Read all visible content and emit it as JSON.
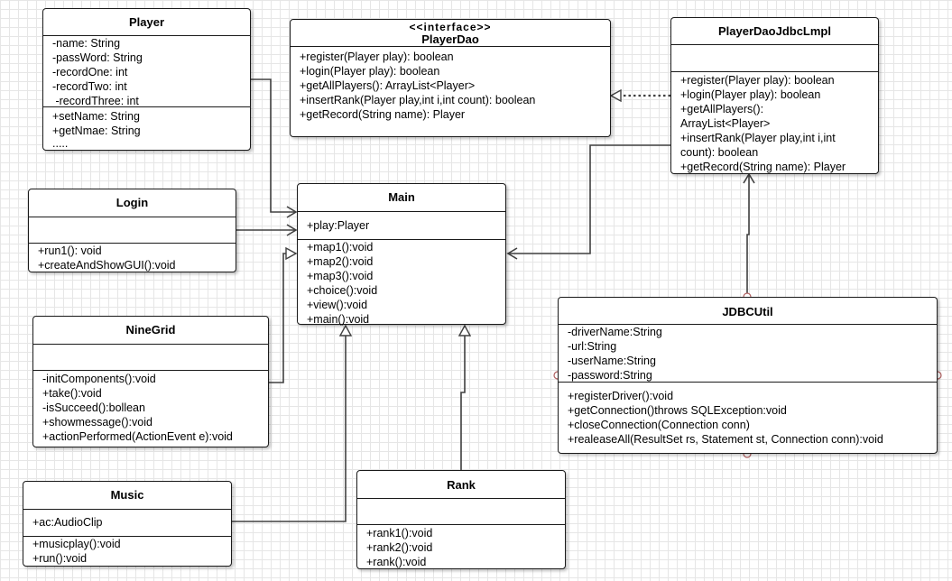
{
  "player": {
    "name": "Player",
    "attributes": [
      "-name: String",
      "-passWord: String",
      "-recordOne: int",
      "-recordTwo: int",
      " -recordThree: int"
    ],
    "operations": [
      "+setName: String",
      "+getNmae: String",
      "....."
    ]
  },
  "player_dao": {
    "stereotype": "<<interface>>",
    "name": "PlayerDao",
    "operations": [
      "+register(Player play): boolean",
      "+login(Player play): boolean",
      "+getAllPlayers(): ArrayList<Player>",
      "+insertRank(Player play,int i,int count): boolean",
      "+getRecord(String name): Player"
    ]
  },
  "player_dao_impl": {
    "name": "PlayerDaoJdbcLmpl",
    "operations": [
      "+register(Player play): boolean",
      "+login(Player play): boolean",
      "+getAllPlayers():",
      "ArrayList<Player>",
      "+insertRank(Player play,int i,int",
      "count): boolean",
      "+getRecord(String name): Player"
    ]
  },
  "login": {
    "name": "Login",
    "operations": [
      "+run1(): void",
      "+createAndShowGUI():void"
    ]
  },
  "main": {
    "name": "Main",
    "attributes": [
      "+play:Player"
    ],
    "operations": [
      "+map1():void",
      "+map2():void",
      "+map3():void",
      "+choice():void",
      "+view():void",
      "+main():void"
    ]
  },
  "ninegrid": {
    "name": "NineGrid",
    "operations": [
      "-initComponents():void",
      "+take():void",
      "-isSucceed():bollean",
      "+showmessage():void",
      "+actionPerformed(ActionEvent e):void"
    ]
  },
  "jdbcutil": {
    "name": "JDBCUtil",
    "attributes": [
      "-driverName:String",
      "-url:String",
      "-userName:String",
      "-password:String"
    ],
    "operations": [
      "+registerDriver():void",
      "+getConnection()throws SQLException:void",
      "+closeConnection(Connection conn)",
      "+realeaseAll(ResultSet rs, Statement st, Connection conn):void"
    ]
  },
  "music": {
    "name": "Music",
    "attributes": [
      "+ac:AudioClip"
    ],
    "operations": [
      "+musicplay():void",
      "+run():void"
    ]
  },
  "rank": {
    "name": "Rank",
    "operations": [
      "+rank1():void",
      "+rank2():void",
      "+rank():void"
    ]
  },
  "colors": {
    "line": "#404040",
    "border": "#1a1a1a",
    "grid": "#e6e6e6"
  }
}
